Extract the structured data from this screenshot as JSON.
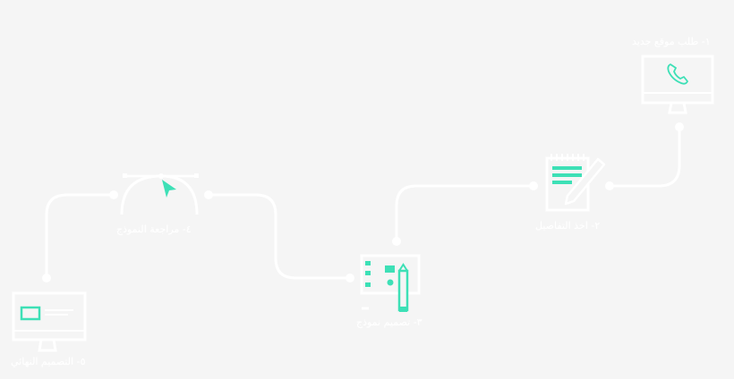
{
  "steps": [
    {
      "label": "١- طلب موقع جديد",
      "icon": "phone-monitor-icon"
    },
    {
      "label": "٢- اخذ التفاصيل",
      "icon": "notepad-pencil-icon"
    },
    {
      "label": "٣- تصميم نموذج",
      "icon": "blueprint-pencil-icon"
    },
    {
      "label": "٤- مراجعة النموذج",
      "icon": "bezier-cursor-icon"
    },
    {
      "label": "٥- التصميم النهائي",
      "icon": "final-monitor-icon"
    }
  ],
  "colors": {
    "background": "#f5f5f5",
    "line": "#ffffff",
    "accent": "#3de0b6"
  }
}
